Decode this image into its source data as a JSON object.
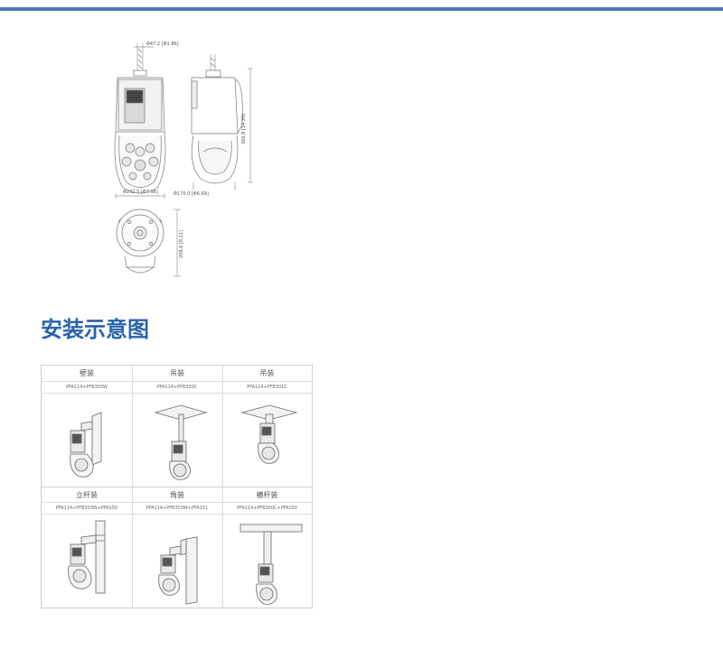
{
  "section": {
    "title": "安装示意图"
  },
  "dimensions": {
    "top_width": "Φ47.2 [Φ1.86]",
    "front_width": "Φ202.5 [Φ7.98]",
    "side_base": "Φ170.0 [Φ6.69]",
    "side_height": "366.8 [14.39]",
    "bottom_depth": "208.6 [8.21]"
  },
  "mounts": [
    {
      "label": "壁装",
      "model": "PFA114+PFB303W"
    },
    {
      "label": "吊装",
      "model": "PFA114+PFB300C"
    },
    {
      "label": "吊装",
      "model": "PFA114+PFB301C"
    },
    {
      "label": "立杆装",
      "model": "PFA114+PFB303W+PFA150"
    },
    {
      "label": "角装",
      "model": "PFA114+PFB303W+PFA151"
    },
    {
      "label": "横杆装",
      "model": "PFA114+PFB300C+PFA150"
    }
  ]
}
